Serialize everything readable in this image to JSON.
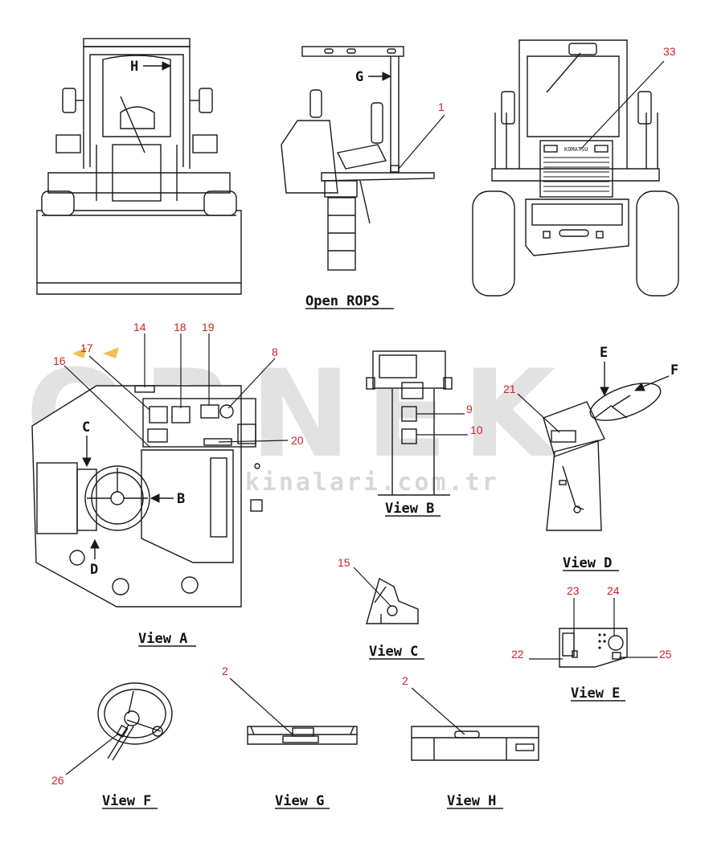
{
  "colors": {
    "line": "#1a1a1a",
    "callout": "#d0202a",
    "watermark": "#e2e2e2",
    "watermark_accent": "#f0c050"
  },
  "watermark": {
    "brand": "ORNEK",
    "url": "www.orneksmakinalari.com.tr"
  },
  "callouts": [
    {
      "id": "1",
      "text": "1"
    },
    {
      "id": "2a",
      "text": "2"
    },
    {
      "id": "2b",
      "text": "2"
    },
    {
      "id": "8",
      "text": "8"
    },
    {
      "id": "9",
      "text": "9"
    },
    {
      "id": "10",
      "text": "10"
    },
    {
      "id": "14",
      "text": "14"
    },
    {
      "id": "15",
      "text": "15"
    },
    {
      "id": "16",
      "text": "16"
    },
    {
      "id": "17",
      "text": "17"
    },
    {
      "id": "18",
      "text": "18"
    },
    {
      "id": "19",
      "text": "19"
    },
    {
      "id": "20",
      "text": "20"
    },
    {
      "id": "21",
      "text": "21"
    },
    {
      "id": "22",
      "text": "22"
    },
    {
      "id": "23",
      "text": "23"
    },
    {
      "id": "24",
      "text": "24"
    },
    {
      "id": "25",
      "text": "25"
    },
    {
      "id": "26",
      "text": "26"
    },
    {
      "id": "33",
      "text": "33"
    }
  ],
  "view_letters": {
    "h": "H",
    "g": "G",
    "c": "C",
    "b": "B",
    "d": "D",
    "e": "E",
    "f": "F"
  },
  "captions": {
    "open_rops": "Open ROPS",
    "view_a": "View A",
    "view_b": "View B",
    "view_c": "View C",
    "view_d": "View D",
    "view_e": "View E",
    "view_f": "View F",
    "view_g": "View G",
    "view_h": "View H"
  },
  "grille_badge": "KOMATSU"
}
